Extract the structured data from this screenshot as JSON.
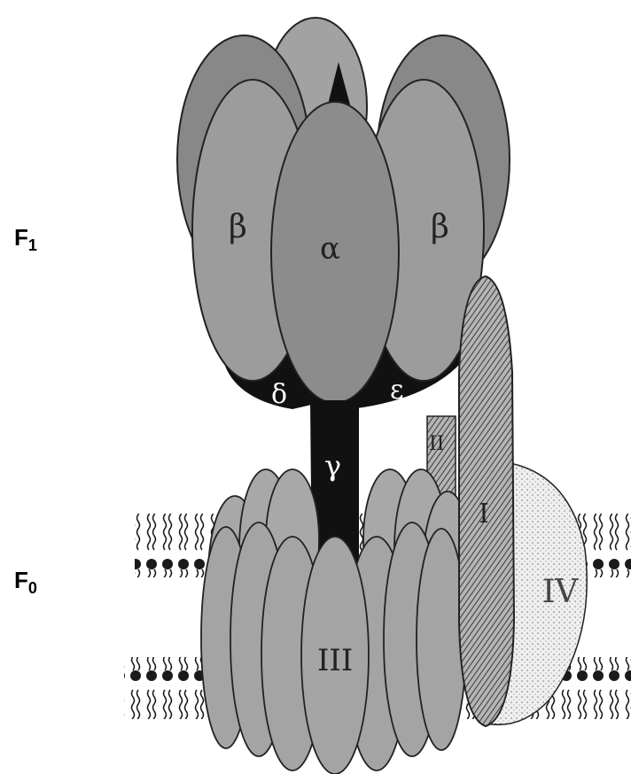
{
  "labels": {
    "f1_main": "F",
    "f1_sub": "1",
    "f0_main": "F",
    "f0_sub": "0"
  },
  "subunits": {
    "alpha": "α",
    "beta_left": "β",
    "beta_right": "β",
    "gamma": "γ",
    "delta": "δ",
    "epsilon": "ε",
    "I": "I",
    "II": "II",
    "III": "III",
    "IV": "IV"
  },
  "colors": {
    "background": "#ffffff",
    "outline": "#222222",
    "dark": "#111111",
    "beta_fill": "#9c9c9c",
    "alpha_fill": "#8c8c8c",
    "c_ring_fill": "#a4a4a4",
    "subunit_I_fill": "#8a8a8a",
    "subunit_IV_fill": "#ececec",
    "membrane_lipid": "#1a1a1a"
  }
}
